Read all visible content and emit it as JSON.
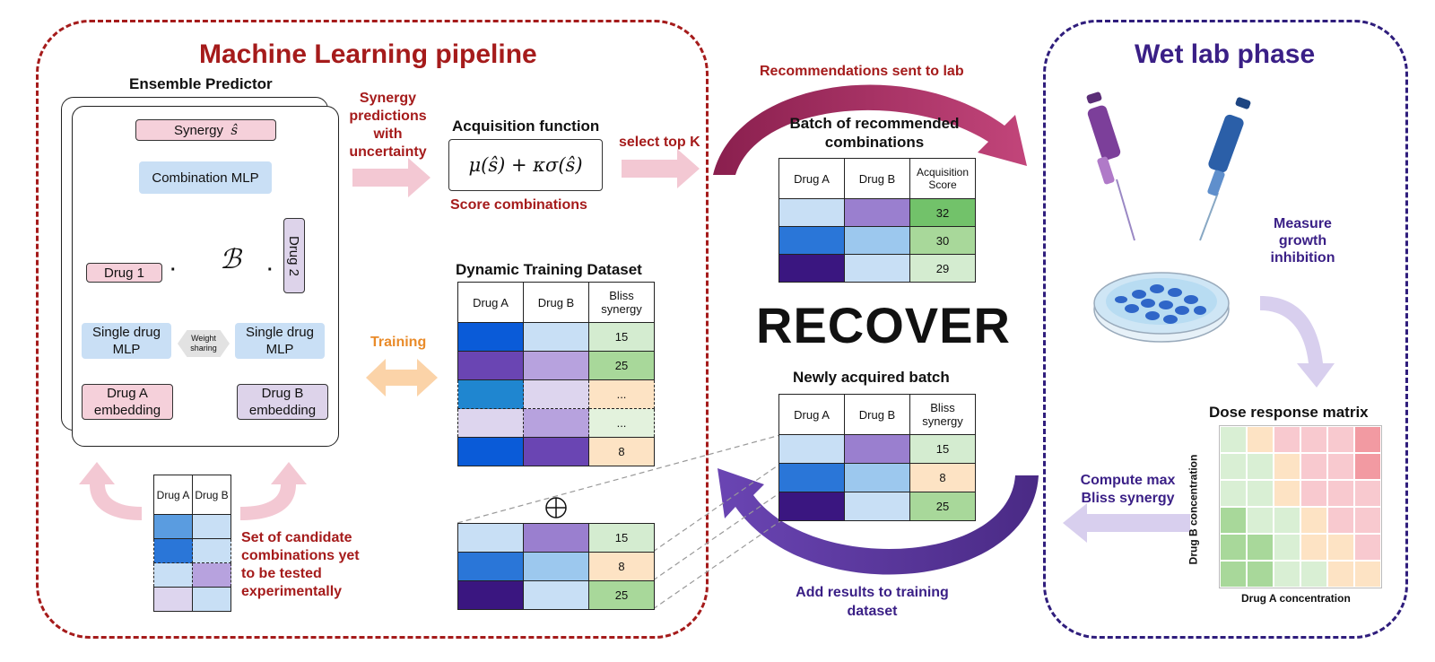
{
  "ml_title": "Machine Learning pipeline",
  "wet_title": "Wet lab phase",
  "recover": "RECOVER",
  "ensemble": {
    "title": "Ensemble Predictor",
    "synergy_label": "Synergy",
    "synergy_symbol": "ŝ",
    "combination_mlp": "Combination MLP",
    "drug1": "Drug 1",
    "drug2": "Drug 2",
    "dot": "·",
    "bilinear": "ℬ",
    "single_mlp_a": "Single drug MLP",
    "single_mlp_b": "Single drug MLP",
    "weight_sharing": "Weight sharing",
    "drug_a_emb": "Drug A embedding",
    "drug_b_emb": "Drug B embedding"
  },
  "synergy_predictions": "Synergy predictions with uncertainty",
  "acquisition": {
    "title": "Acquisition function",
    "formula": "μ(ŝ) + κσ(ŝ)",
    "score": "Score combinations",
    "select": "select top K"
  },
  "recommendations": "Recommendations sent to lab",
  "batch": {
    "title": "Batch of recommended combinations",
    "headers": [
      "Drug A",
      "Drug B",
      "Acquisition Score"
    ],
    "scores": [
      "32",
      "30",
      "29"
    ]
  },
  "dynamic": {
    "title": "Dynamic Training Dataset",
    "headers": [
      "Drug A",
      "Drug B",
      "Bliss synergy"
    ],
    "values": [
      "15",
      "25",
      "...",
      "...",
      "8"
    ]
  },
  "training": "Training",
  "candidates": {
    "headers": [
      "Drug A",
      "Drug B"
    ],
    "label": "Set of candidate combinations yet to be tested experimentally"
  },
  "oplus": "⊕",
  "new_rows": [
    "15",
    "8",
    "25"
  ],
  "newly": {
    "title": "Newly acquired batch",
    "headers": [
      "Drug A",
      "Drug B",
      "Bliss synergy"
    ],
    "values": [
      "15",
      "8",
      "25"
    ]
  },
  "add_results": "Add results to training dataset",
  "measure": "Measure growth inhibition",
  "dose": {
    "title": "Dose response matrix",
    "ylabel": "Drug B concentration",
    "xlabel": "Drug A concentration"
  },
  "compute": "Compute max Bliss synergy"
}
